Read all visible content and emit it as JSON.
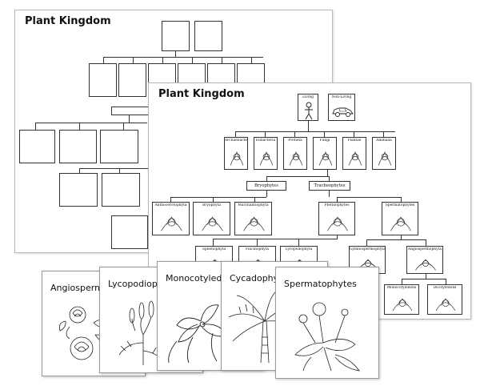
{
  "back_sheet": {
    "title": "Plant Kingdom"
  },
  "front_sheet": {
    "title": "Plant Kingdom",
    "top_row": [
      {
        "label": "Living",
        "icon": "person-icon"
      },
      {
        "label": "Non-Living",
        "icon": "car-icon"
      }
    ],
    "kingdoms": [
      {
        "label": "Archaebacteria",
        "icon": "bacteria-cluster-icon"
      },
      {
        "label": "Eubacteria",
        "icon": "rod-bacteria-icon"
      },
      {
        "label": "Protista",
        "icon": "protist-icon"
      },
      {
        "label": "Fungi",
        "icon": "mushroom-icon"
      },
      {
        "label": "Plantae",
        "icon": "fern-icon"
      },
      {
        "label": "Animalia",
        "icon": "rhino-icon"
      }
    ],
    "divisions": [
      "Bryophytes",
      "Tracheophytes"
    ],
    "bryophyte_groups": [
      {
        "label": "Anthocerotophyta",
        "icon": "hornwort-icon"
      },
      {
        "label": "Bryophyta",
        "icon": "moss-icon"
      },
      {
        "label": "Marchantiophyta",
        "icon": "liverwort-icon"
      }
    ],
    "tracheophyte_groups": [
      {
        "label": "Pteridophytes",
        "icon": "fern-frond-icon"
      },
      {
        "label": "Spermatophytes",
        "icon": "seed-plant-icon"
      }
    ],
    "pteridophyte_groups": [
      {
        "label": "Sphenophyta",
        "icon": "horsetail-icon"
      },
      {
        "label": "Filicinophyta",
        "icon": "fern-leaf-icon"
      },
      {
        "label": "Lycopodophyta",
        "icon": "clubmoss-icon"
      }
    ],
    "spermatophyte_groups": [
      {
        "label": "Gymnospermophyta",
        "icon": "conifer-icon"
      },
      {
        "label": "Angiospermophyta",
        "icon": "flowering-plant-icon"
      }
    ],
    "angiosperm_groups": [
      {
        "label": "Monocotyledons",
        "icon": "lily-icon"
      },
      {
        "label": "Dicotyledons",
        "icon": "dicot-icon"
      }
    ]
  },
  "cards": [
    {
      "title": "Angiosperms",
      "icon": "rose-icon"
    },
    {
      "title": "Lycopodiophyta",
      "icon": "clubmoss-icon"
    },
    {
      "title": "Monocotyledons",
      "icon": "lily-icon"
    },
    {
      "title": "Cycadophyta",
      "icon": "cycad-palm-icon"
    },
    {
      "title": "Spermatophytes",
      "icon": "dandelion-icon"
    }
  ]
}
